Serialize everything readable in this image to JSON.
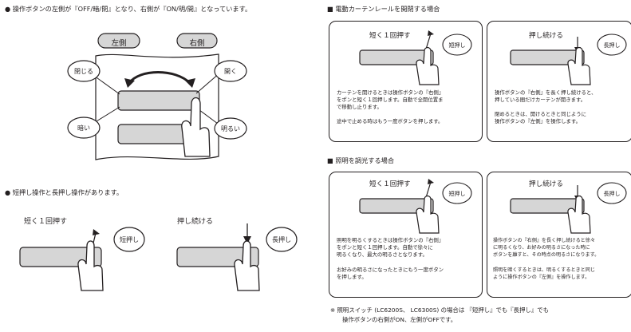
{
  "left": {
    "intro": "● 操作ボタンの左側が『OFF/暗/閉』となり、右側が『ON/明/開』となっています。",
    "labels": {
      "left_side": "左側",
      "right_side": "右側",
      "close": "閉じる",
      "open": "開く",
      "dark": "暗い",
      "bright": "明るい"
    },
    "ops_heading": "● 短押し操作と長押し操作があります。",
    "short_caption": "短く１回押す",
    "short_bubble": "短押し",
    "long_caption": "押し続ける",
    "long_bubble": "長押し"
  },
  "curtain": {
    "heading": "■ 電動カーテンレールを開閉する場合",
    "short_caption": "短く１回押す",
    "short_bubble": "短押し",
    "long_caption": "押し続ける",
    "long_bubble": "長押し",
    "short_text": [
      "カーテンを開けるときは操作ボタンの『右側』",
      "をポンと短く１回押します。自動で全開位置ま",
      "で移動し止ります。"
    ],
    "short_text2": "途中で止める時はもう一度ボタンを押します。",
    "long_text": [
      "操作ボタンの『右側』を長く押し続けると、",
      "押している間だけカーテンが開きます。"
    ],
    "long_text2": [
      "閉めるときは、開けるときと同じように",
      "操作ボタンの『左側』を操作します。"
    ]
  },
  "lighting": {
    "heading": "■ 照明を調光する場合",
    "short_caption": "短く１回押す",
    "short_bubble": "短押し",
    "long_caption": "押し続ける",
    "long_bubble": "長押し",
    "short_text": [
      "照明を明るくするときは操作ボタンの『右側』",
      "をポンと短く１回押します。自動で徐々に",
      "明るくなり、最大の明るさとなります。"
    ],
    "short_text2": [
      "お好みの明るさになったときにもう一度ボタン",
      "を押します。"
    ],
    "long_text": [
      "操作ボタンの『右側』を長く押し続けると徐々",
      "に明るくなり、お好みの明るさになった時に",
      "ボタンを離すと、その時点の明るさになります。"
    ],
    "long_text2": [
      "照明を暗くするときは、明るくするときと同じ",
      "ように操作ボタンの『左側』を操作します。"
    ]
  },
  "footnote": [
    "※ 照明スイッチ (LC6200S、 LC6300S) の場合は 『短押し』でも『長押し』でも",
    "操作ボタンの右側がON、左側がOFFです。"
  ]
}
